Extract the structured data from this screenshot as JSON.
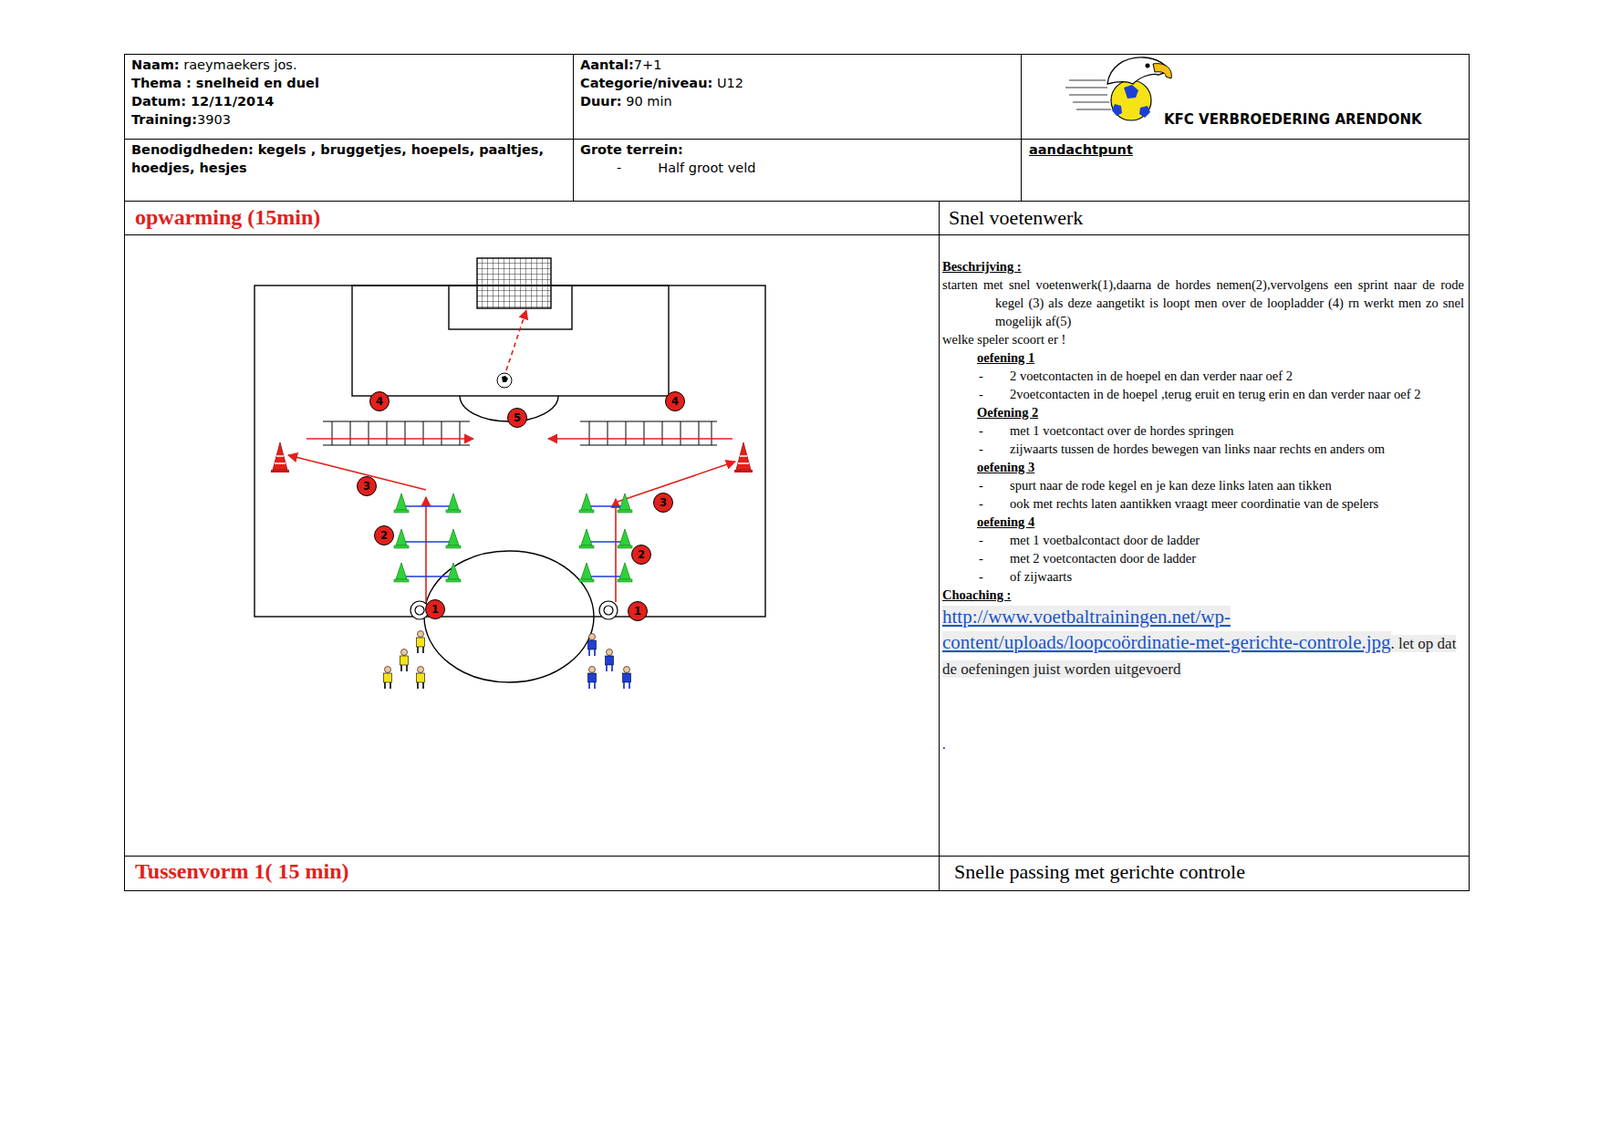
{
  "diagram": {
    "nodes": [
      {
        "text": [
          "Naam: raeymaekers jos.",
          "Thema : snelheid en duel",
          "Datum: 12/11/2014",
          "Training:3903"
        ]
      },
      {
        "text": [
          "Aantal:7+1",
          "Categorie/niveau: U12",
          "Duur: 90 min"
        ]
      },
      {
        "text": [
          "KFC VERBROEDERING ARENDONK"
        ]
      },
      {
        "text": [
          "Benodigdheden: kegels , bruggetjes, hoepels, paaltjes, hoedjes, hesjes"
        ]
      },
      {
        "text": [
          "Grote terrein:",
          "-",
          "Half groot veld"
        ]
      },
      {
        "text": [
          "aandachtpunt"
        ]
      },
      {
        "text": [
          "opwarming (15min)"
        ]
      },
      {
        "text": [
          "Snel voetenwerk"
        ]
      },
      {
        "text": [
          "4"
        ]
      },
      {
        "text": [
          "4"
        ]
      },
      {
        "text": [
          "5"
        ]
      },
      {
        "text": [
          "3"
        ]
      },
      {
        "text": [
          "3"
        ]
      },
      {
        "text": [
          "2"
        ]
      },
      {
        "text": [
          "2"
        ]
      },
      {
        "text": [
          "1"
        ]
      },
      {
        "text": [
          "1"
        ]
      },
      {
        "text": [
          "Beschrijving :",
          "starten met snel voetenwerk(1),daarna de hordes nemen(2),vervolgens een sprint naar de rode kegel (3) als deze aangetikt is loopt men over de loopladder (4) rn werkt men zo snel mogelijk af(5)",
          "welke speler scoort er !",
          "oefening 1",
          "-",
          "2 voetcontacten in de hoepel en dan verder naar oef 2",
          "-",
          "2voetcontacten in de hoepel ,terug eruit en terug erin en dan verder naar oef 2",
          "Oefening 2",
          "-",
          "met 1 voetcontact over de hordes springen",
          "-",
          "zijwaarts tussen de hordes bewegen van links naar rechts en anders om",
          "oefening 3",
          "-",
          "spurt naar de rode kegel en je kan deze links laten aan tikken",
          "-",
          "ook met rechts laten aantikken vraagt meer coordinatie van de spelers",
          "oefening 4",
          "-",
          "met 1 voetbalcontact door de ladder",
          "-",
          "met 2 voetcontacten door de ladder",
          "-",
          "of zijwaarts",
          "Choaching :",
          "http://www.voetbaltrainingen.net/wp-content/uploads/loopcoördinatie-met-gerichte-controle.jpg",
          ". let op dat de oefeningen juist worden uitgevoerd",
          "."
        ]
      },
      {
        "text": [
          "Tussenvorm 1( 15 min)"
        ]
      },
      {
        "text": [
          "Snelle passing met gerichte controle"
        ]
      }
    ]
  }
}
